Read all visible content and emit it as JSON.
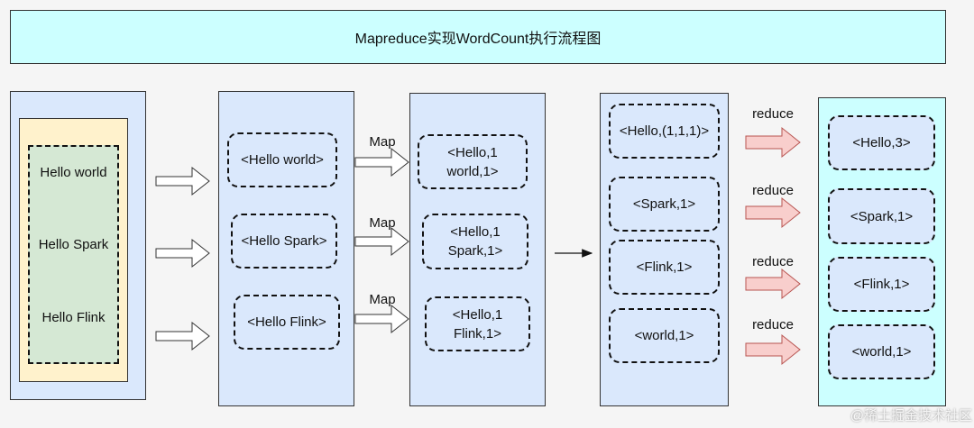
{
  "title": "Mapreduce实现WordCount执行流程图",
  "input_lines": [
    "Hello world",
    "Hello Spark",
    "Hello Flink"
  ],
  "split_records": [
    "<Hello world>",
    "<Hello Spark>",
    "<Hello Flink>"
  ],
  "map_label": "Map",
  "map_outputs": [
    "<Hello,1\nworld,1>",
    "<Hello,1\nSpark,1>",
    "<Hello,1\nFlink,1>"
  ],
  "shuffle_groups": [
    "<Hello,(1,1,1)>",
    "<Spark,1>",
    "<Flink,1>",
    "<world,1>"
  ],
  "reduce_label": "reduce",
  "reduce_outputs": [
    "<Hello,3>",
    "<Spark,1>",
    "<Flink,1>",
    "<world,1>"
  ],
  "watermark": "@稀土掘金技术社区",
  "colors": {
    "title_bg": "#ccffff",
    "panel_blue": "#dae8fc",
    "input_yellow": "#fff2cc",
    "input_green": "#d5e8d4",
    "result_cyan": "#ccffff",
    "reduce_arrow_fill": "#f8cecc",
    "reduce_arrow_stroke": "#b85450"
  }
}
